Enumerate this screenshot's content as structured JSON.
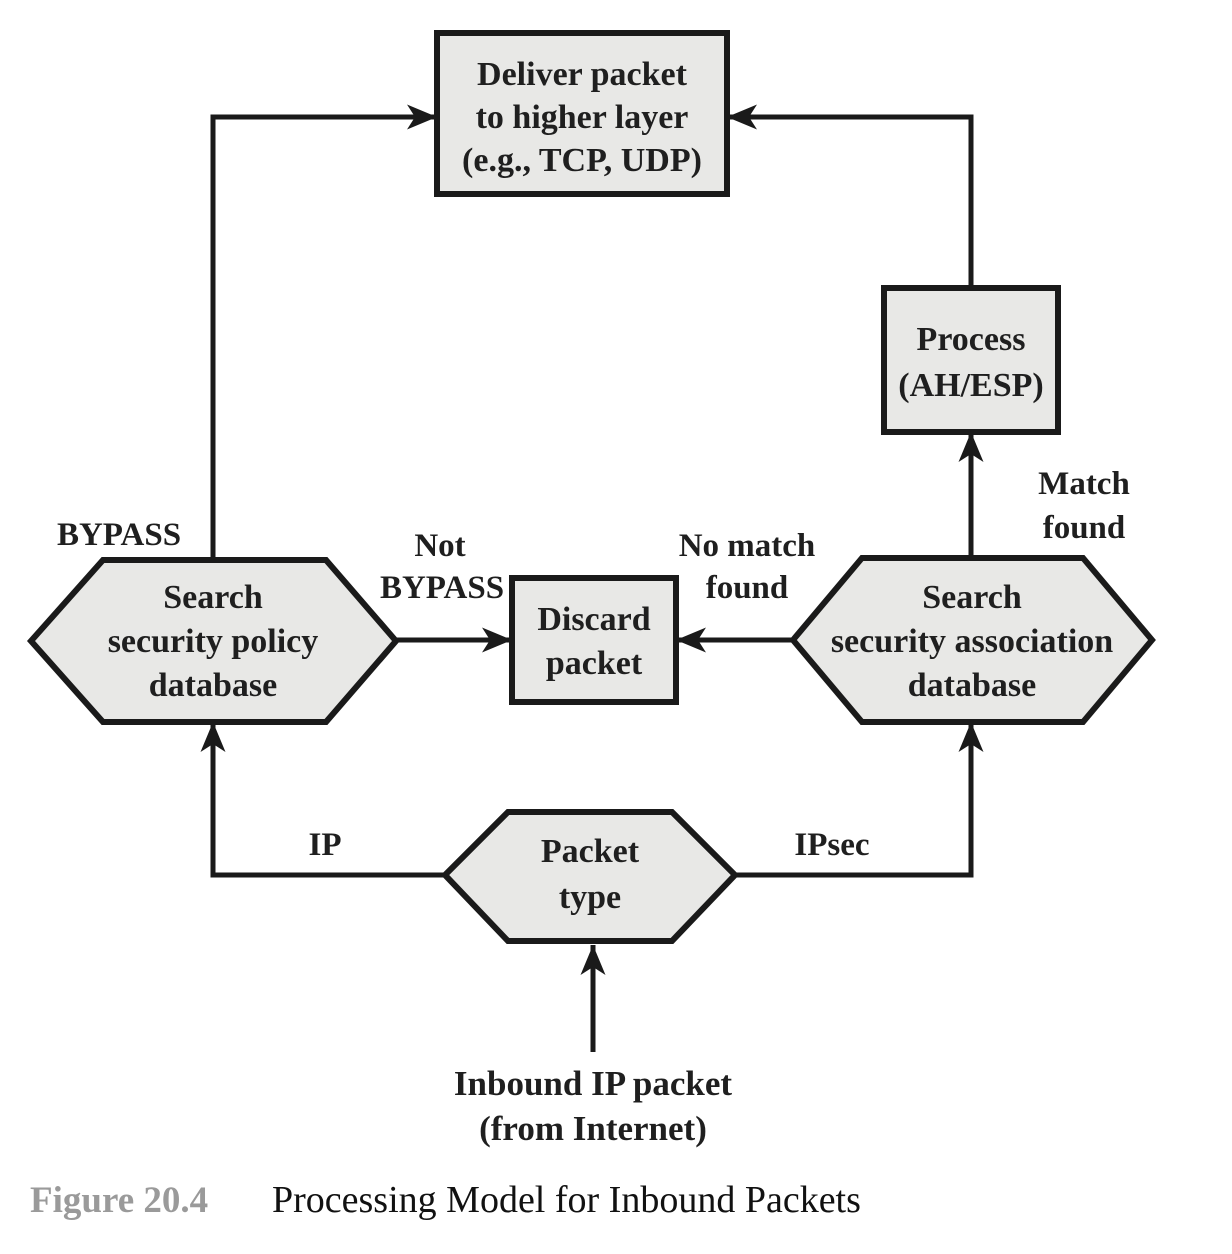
{
  "figure": {
    "caption": {
      "number": "Figure 20.4",
      "title": "Processing Model for Inbound Packets"
    },
    "source_label_lines": [
      "Inbound IP packet",
      "(from Internet)"
    ],
    "nodes": {
      "deliver": {
        "shape": "rect",
        "lines": [
          "Deliver packet",
          "to higher layer",
          "(e.g., TCP, UDP)"
        ]
      },
      "process": {
        "shape": "rect",
        "lines": [
          "Process",
          "(AH/ESP)"
        ]
      },
      "search_spd": {
        "shape": "hexagon",
        "lines": [
          "Search",
          "security policy",
          "database"
        ]
      },
      "discard": {
        "shape": "rect",
        "lines": [
          "Discard",
          "packet"
        ]
      },
      "search_sad": {
        "shape": "hexagon",
        "lines": [
          "Search",
          "security association",
          "database"
        ]
      },
      "packet_type": {
        "shape": "hexagon",
        "lines": [
          "Packet",
          "type"
        ]
      }
    },
    "edges": [
      {
        "id": "inbound-to-packet-type",
        "from": "inbound-ip-packet",
        "to": "packet_type",
        "label_lines": []
      },
      {
        "id": "packet-type-to-spd",
        "from": "packet_type",
        "to": "search_spd",
        "label_lines": [
          "IP"
        ]
      },
      {
        "id": "packet-type-to-sad",
        "from": "packet_type",
        "to": "search_sad",
        "label_lines": [
          "IPsec"
        ]
      },
      {
        "id": "spd-to-deliver",
        "from": "search_spd",
        "to": "deliver",
        "label_lines": [
          "BYPASS"
        ]
      },
      {
        "id": "spd-to-discard",
        "from": "search_spd",
        "to": "discard",
        "label_lines": [
          "Not",
          "BYPASS"
        ]
      },
      {
        "id": "sad-to-discard",
        "from": "search_sad",
        "to": "discard",
        "label_lines": [
          "No match",
          "found"
        ]
      },
      {
        "id": "sad-to-process",
        "from": "search_sad",
        "to": "process",
        "label_lines": [
          "Match",
          "found"
        ]
      },
      {
        "id": "process-to-deliver",
        "from": "process",
        "to": "deliver",
        "label_lines": []
      }
    ],
    "colors": {
      "shape_fill": "#e8e8e6",
      "line": "#1a1a1a",
      "text": "#1f1f1f",
      "caption_number": "#9a9a9a",
      "background": "#ffffff"
    }
  }
}
